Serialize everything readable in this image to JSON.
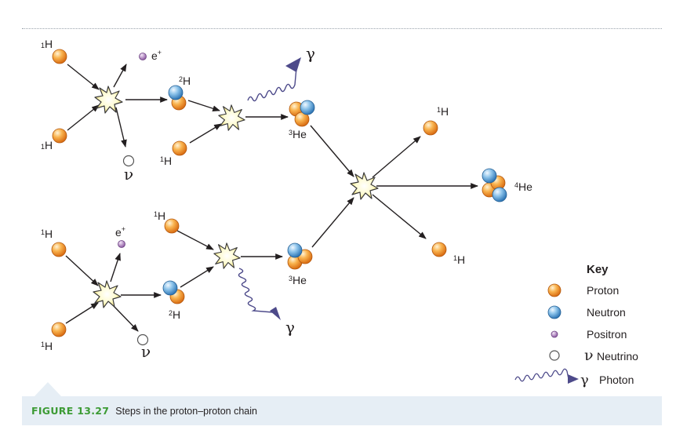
{
  "labels": {
    "proton": "H",
    "proton_mass": "1",
    "deuterium": "H",
    "deuterium_mass": "2",
    "helium3": "He",
    "helium3_mass": "3",
    "helium4": "He",
    "helium4_mass": "4",
    "positron": "e",
    "positron_charge": "+",
    "neutrino": "ν",
    "photon": "γ"
  },
  "key": {
    "title": "Key",
    "items": [
      {
        "symbol": "",
        "label": "Proton"
      },
      {
        "symbol": "",
        "label": "Neutron"
      },
      {
        "symbol": "",
        "label": "Positron"
      },
      {
        "symbol": "ν",
        "label": "Neutrino"
      },
      {
        "symbol": "γ",
        "label": "Photon"
      }
    ]
  },
  "caption": {
    "label": "FIGURE 13.27",
    "title": "Steps in the proton–proton chain"
  },
  "colors": {
    "proton": "#f5a23c",
    "neutron": "#5fa6db",
    "positron": "#a77bb6",
    "arrow": "#231f20",
    "photon": "#4d4a8a",
    "figure_label": "#3d9b35",
    "caption_bg": "#e6eef5"
  }
}
